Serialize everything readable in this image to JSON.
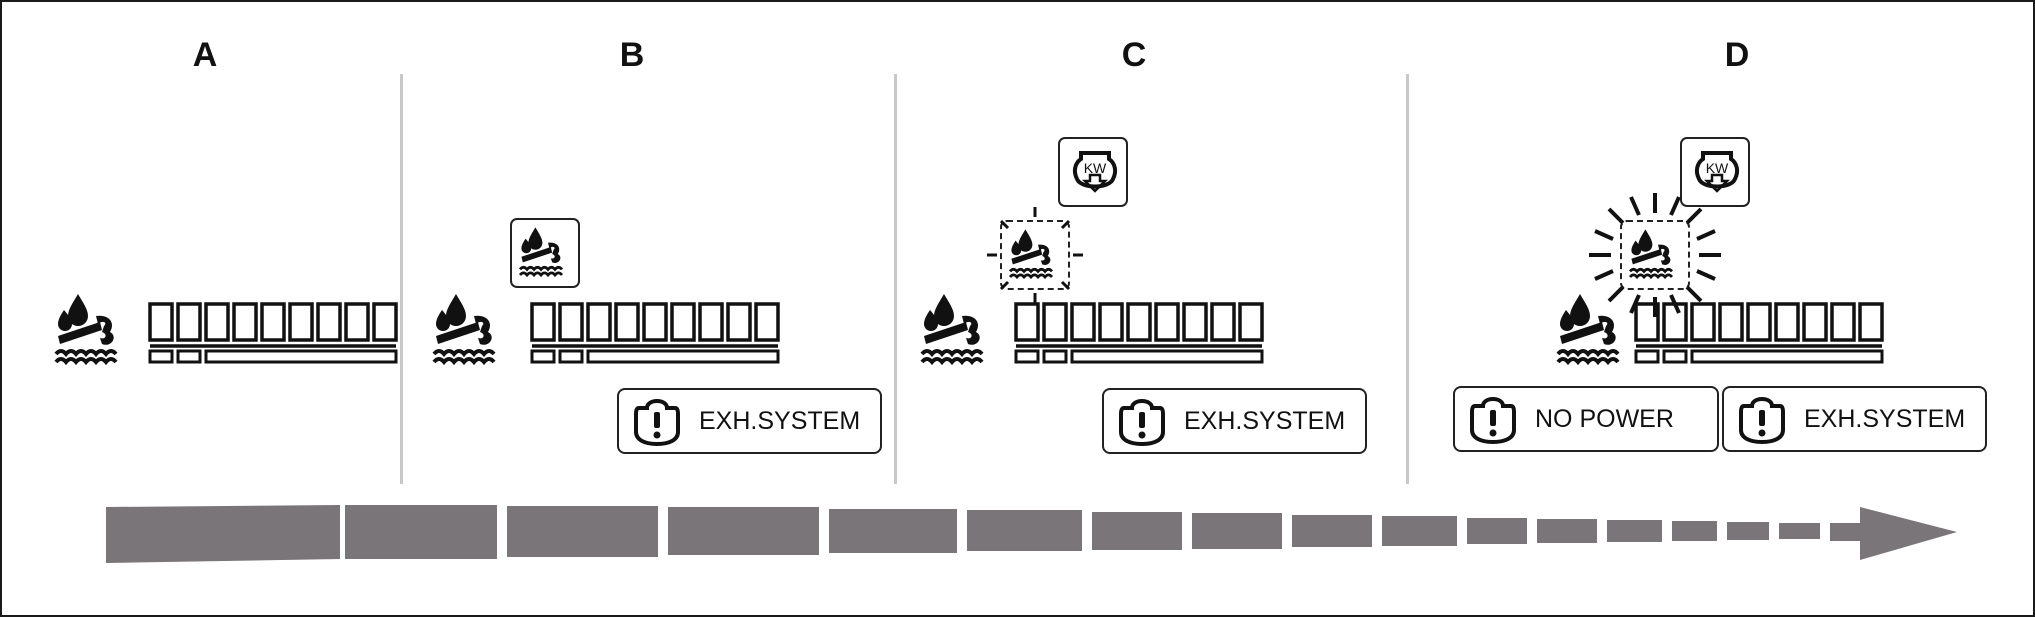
{
  "panels": [
    {
      "label": "A"
    },
    {
      "label": "B",
      "warnings": [
        {
          "text": "EXH.SYSTEM",
          "icon": "engine-warning-icon"
        }
      ],
      "popup_icon": "exhaust-water-icon"
    },
    {
      "label": "C",
      "warnings": [
        {
          "text": "EXH.SYSTEM",
          "icon": "engine-warning-icon"
        }
      ],
      "popup_icons": [
        "power-reduction-kw-icon",
        "exhaust-water-icon-blinking"
      ]
    },
    {
      "label": "D",
      "warnings": [
        {
          "text": "NO POWER",
          "icon": "engine-warning-icon"
        },
        {
          "text": "EXH.SYSTEM",
          "icon": "engine-warning-icon"
        }
      ],
      "popup_icons": [
        "power-reduction-kw-icon",
        "exhaust-water-icon-blinking-strong"
      ]
    }
  ],
  "kw_label": "KW",
  "colors": {
    "stroke": "#111111",
    "divider": "#c8c8c8",
    "timeline": "#7a7578"
  }
}
